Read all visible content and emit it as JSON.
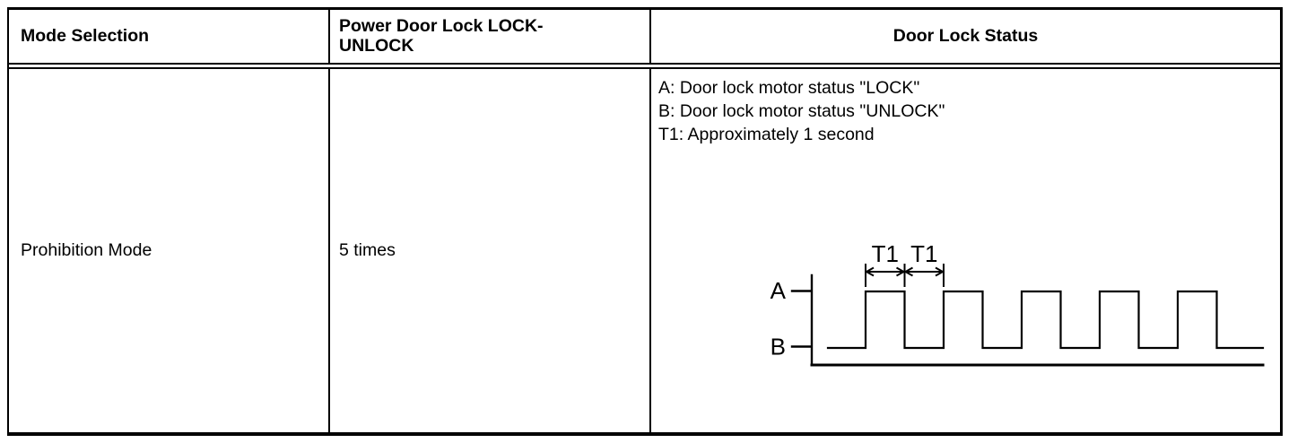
{
  "page": {
    "background": "#ffffff",
    "line_color": "#000000"
  },
  "table": {
    "headers": {
      "mode_selection": "Mode Selection",
      "power_door_lock": "Power Door Lock LOCK-\nUNLOCK",
      "door_lock_status": "Door Lock Status"
    },
    "row": {
      "mode_selection": "Prohibition Mode",
      "power_door_lock": "5 times"
    }
  },
  "door_lock_status": {
    "legend": [
      "A: Door lock motor status \"LOCK\"",
      "B: Door lock motor status \"UNLOCK\"",
      "T1: Approximately 1 second"
    ]
  },
  "waveform": {
    "type": "line",
    "high_label": "A",
    "low_label": "B",
    "dim_labels": [
      "T1",
      "T1"
    ],
    "pulses": 5,
    "high_meaning": "LOCK",
    "low_meaning": "UNLOCK"
  }
}
